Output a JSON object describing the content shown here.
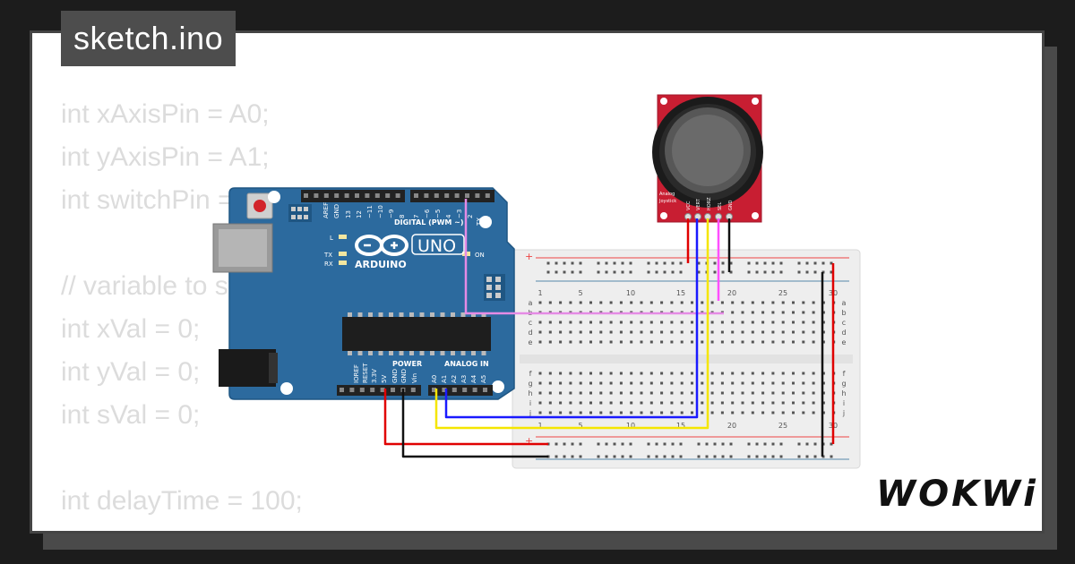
{
  "title": "sketch.ino",
  "code": [
    "int xAxisPin = A0;",
    "int yAxisPin = A1;",
    "int switchPin = 2;",
    "",
    "// variable to store the values",
    "int xVal = 0;",
    "int yVal = 0;",
    "int sVal = 0;",
    "",
    "int delayTime = 100;"
  ],
  "arduino": {
    "brand": "ARDUINO",
    "model": "UNO",
    "digital_label": "DIGITAL (PWM ~)",
    "power_label": "POWER",
    "analog_label": "ANALOG IN",
    "on_label": "ON",
    "l_label": "L",
    "tx_label": "TX",
    "rx_label": "RX"
  },
  "joystick": {
    "label_line1": "Analog",
    "label_line2": "Joystick",
    "pins": [
      "VCC",
      "VERT",
      "HORZ",
      "SEL",
      "GND"
    ]
  },
  "breadboard": {
    "columns": [
      "1",
      "5",
      "10",
      "15",
      "20",
      "25",
      "30"
    ],
    "rows_top": [
      "a",
      "b",
      "c",
      "d",
      "e"
    ],
    "rows_bottom": [
      "f",
      "g",
      "h",
      "i",
      "j"
    ]
  },
  "logo": "WOKWi",
  "colors": {
    "board": "#2c6a9e",
    "board_dark": "#1f5683",
    "wire_red": "#e00000",
    "wire_black": "#111111",
    "wire_blue": "#1a1aff",
    "wire_yellow": "#f5e600",
    "wire_magenta": "#ff4fff",
    "wire_pink": "#e58be5",
    "joystick_pcb": "#c81e32"
  }
}
